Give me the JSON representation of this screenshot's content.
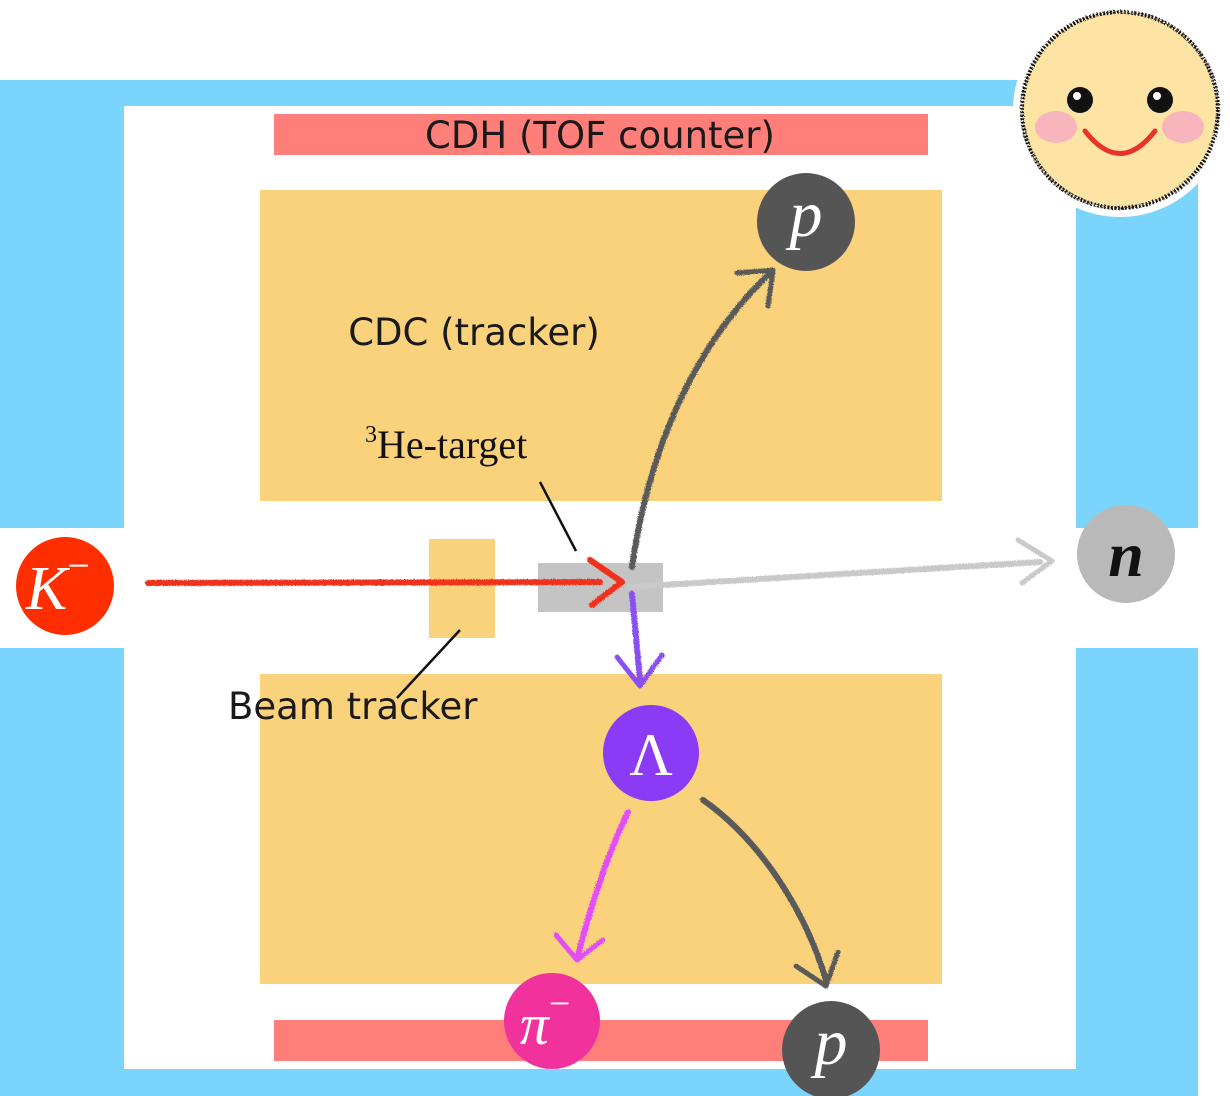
{
  "labels": {
    "cdh": "CDH (TOF counter)",
    "cdc": "CDC (tracker)",
    "target_sup": "3",
    "target_main": "He-target",
    "beam_tracker": "Beam tracker"
  },
  "particles": {
    "kaon": {
      "base": "K",
      "sup": "−"
    },
    "proton_top": {
      "base": "p"
    },
    "neutron": {
      "base": "n"
    },
    "lambda": {
      "base": "Λ"
    },
    "pion": {
      "base": "π",
      "sup": "−"
    },
    "proton_bottom": {
      "base": "p"
    }
  },
  "colors": {
    "frame": "#7ad4fb",
    "tracker": "#fbd27c",
    "tof": "#fe7f7a",
    "target": "#c4c4c4",
    "kaon": "#ff2e00",
    "proton": "#555555",
    "neutron": "#b9b9b9",
    "lambda": "#8b3bf5",
    "pion": "#f1329c",
    "beam_arrow": "#f0301a",
    "lambda_arrow": "#8a4ff2",
    "pion_arrow": "#e24ef6",
    "dark_arrow": "#5a5a5a",
    "neutron_arrow": "#c9c9c9",
    "face": "#fde4a4",
    "cheek": "#f8b6bc",
    "smile": "#e8322c"
  },
  "icons": [
    "smiley-face-icon"
  ]
}
